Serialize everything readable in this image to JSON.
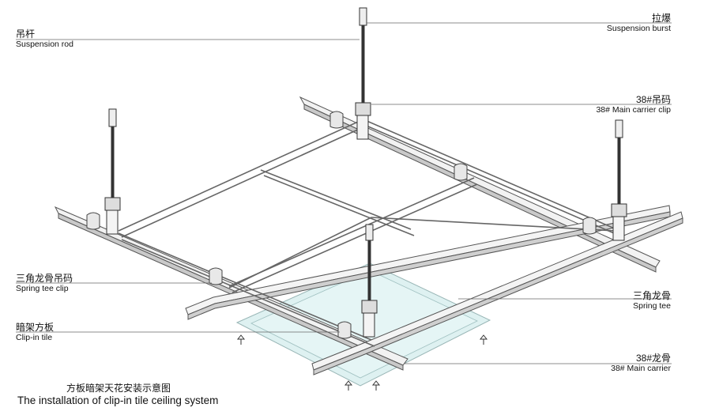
{
  "labels": {
    "suspension_rod": {
      "zh": "吊杆",
      "en": "Suspension rod"
    },
    "suspension_burst": {
      "zh": "拉爆",
      "en": "Suspension burst"
    },
    "main_carrier_clip": {
      "zh": "38#吊码",
      "en": "38# Main carrier clip"
    },
    "spring_tee_clip": {
      "zh": "三角龙骨吊码",
      "en": "Spring tee clip"
    },
    "spring_tee": {
      "zh": "三角龙骨",
      "en": "Spring tee"
    },
    "clip_in_tile": {
      "zh": "暗架方板",
      "en": "Clip-in tile"
    },
    "main_carrier": {
      "zh": "38#龙骨",
      "en": "38#  Main carrier"
    }
  },
  "caption": {
    "zh": "方板暗架天花安装示意图",
    "en": "The installation of clip-in tile ceiling system"
  }
}
